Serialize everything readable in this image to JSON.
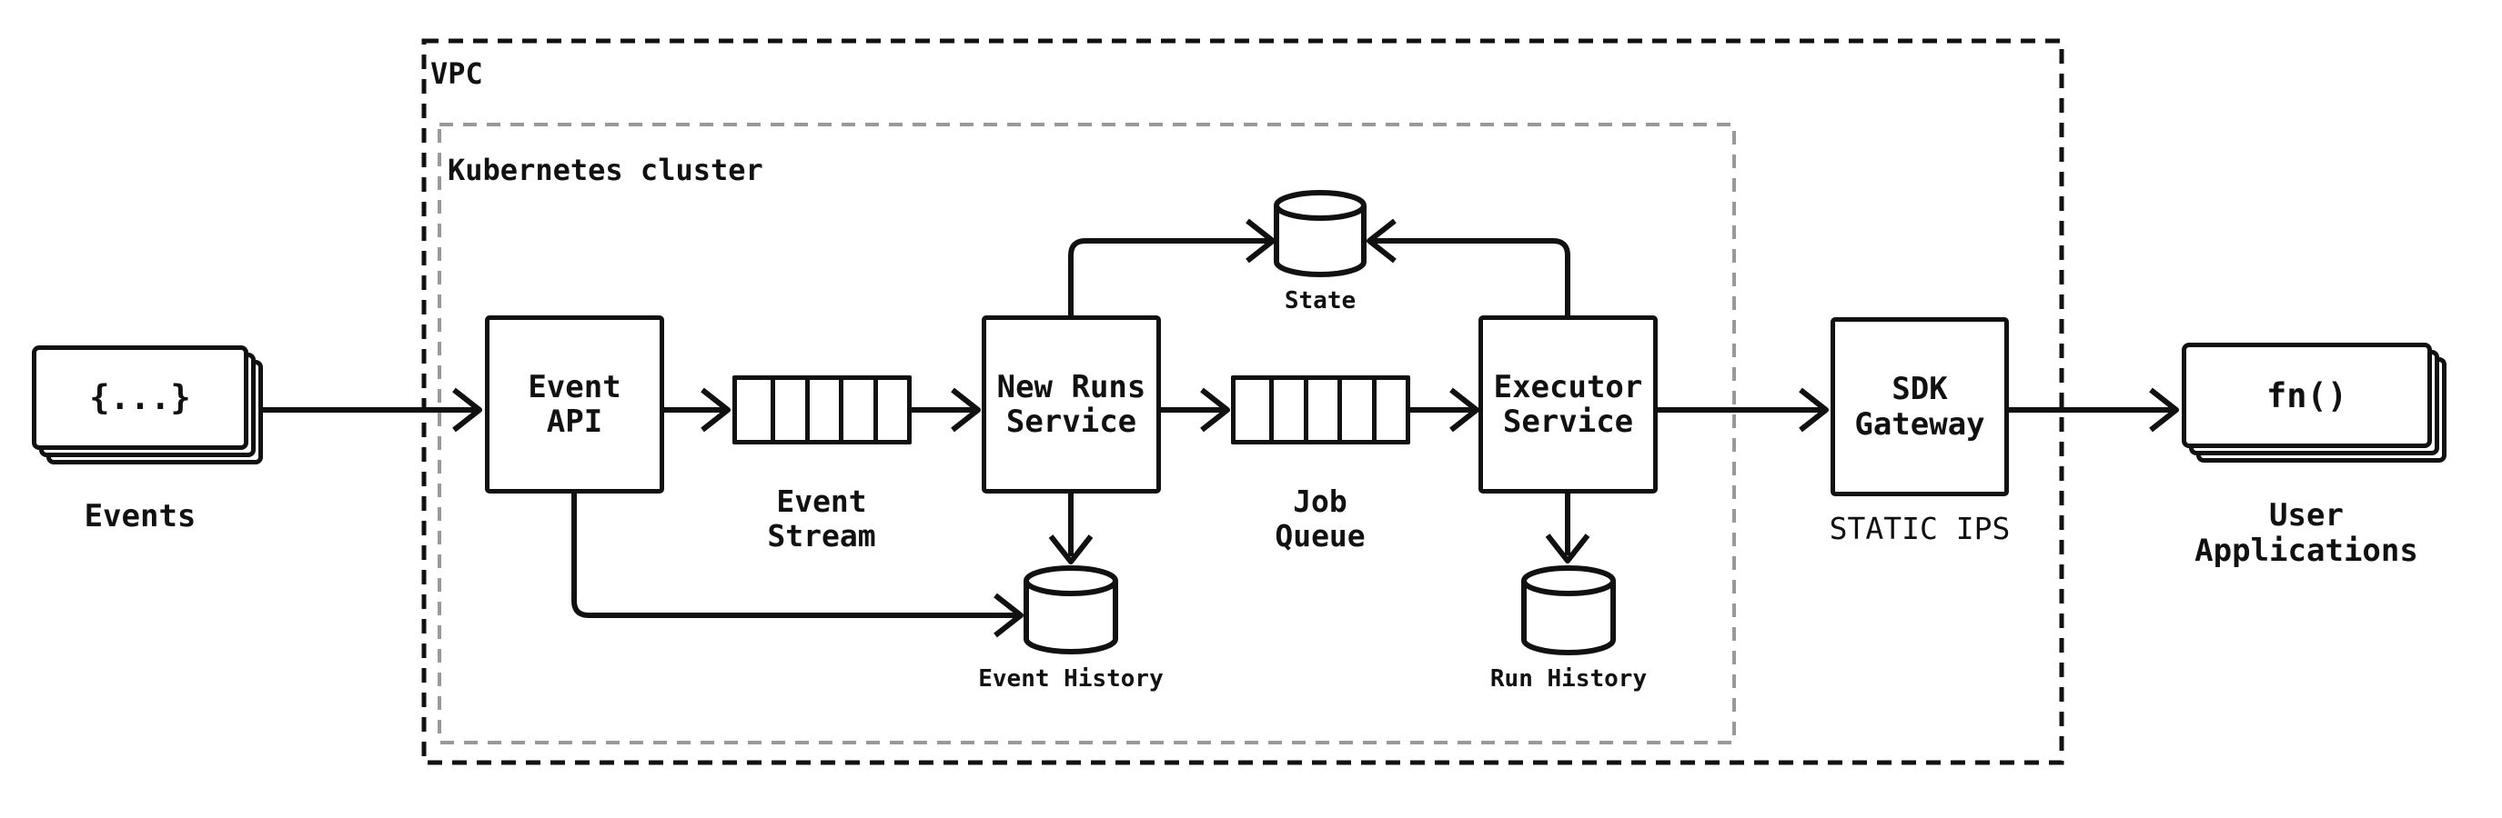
{
  "diagram": {
    "containers": {
      "vpc": {
        "label": "VPC"
      },
      "kubernetes_cluster": {
        "label": "Kubernetes cluster"
      }
    },
    "nodes": {
      "events": {
        "box_text": "{...}",
        "caption": "Events"
      },
      "event_api": {
        "label": "Event\nAPI"
      },
      "event_stream": {
        "caption": "Event\nStream"
      },
      "new_runs_service": {
        "label": "New Runs\nService"
      },
      "job_queue": {
        "caption": "Job\nQueue"
      },
      "executor_service": {
        "label": "Executor\nService"
      },
      "sdk_gateway": {
        "label": "SDK\nGateway",
        "caption": "STATIC IPS"
      },
      "user_applications": {
        "box_text": "fn()",
        "caption": "User\nApplications"
      },
      "state_db": {
        "label": "State"
      },
      "event_history_db": {
        "label": "Event History"
      },
      "run_history_db": {
        "label": "Run History"
      }
    },
    "colors": {
      "ink": "#111111",
      "cluster_border": "#999999",
      "background": "#ffffff"
    }
  }
}
